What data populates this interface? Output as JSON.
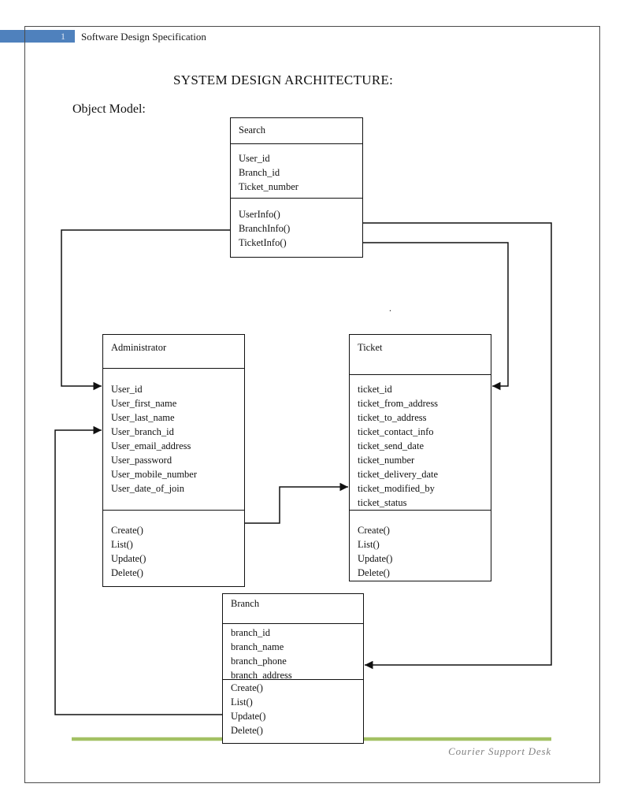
{
  "page": {
    "header": {
      "page_number": "1",
      "title": "Software Design Specification"
    },
    "main_title": "SYSTEM DESIGN ARCHITECTURE:",
    "section_label": "Object Model:",
    "stray_dot": ".",
    "footer": "Courier Support Desk"
  },
  "colors": {
    "header_bar_blue": "#4f81bd",
    "accent_line_green": "#a3c163",
    "page_border_gray": "#4b4b4b",
    "footer_gray": "#808080",
    "diagram_line_black": "#111111"
  },
  "classes": [
    {
      "name": "Search",
      "attributes": [
        "User_id",
        "Branch_id",
        "Ticket_number"
      ],
      "methods": [
        "UserInfo()",
        "BranchInfo()",
        "TicketInfo()"
      ]
    },
    {
      "name": "Administrator",
      "attributes": [
        "User_id",
        "User_first_name",
        "User_last_name",
        "User_branch_id",
        "User_email_address",
        "User_password",
        "User_mobile_number",
        "User_date_of_join"
      ],
      "methods": [
        "Create()",
        "List()",
        "Update()",
        "Delete()"
      ]
    },
    {
      "name": "Ticket",
      "attributes": [
        "ticket_id",
        "ticket_from_address",
        "ticket_to_address",
        "ticket_contact_info",
        "ticket_send_date",
        "ticket_number",
        "ticket_delivery_date",
        "ticket_modified_by",
        "ticket_status"
      ],
      "methods": [
        "Create()",
        "List()",
        "Update()",
        "Delete()"
      ]
    },
    {
      "name": "Branch",
      "attributes": [
        "branch_id",
        "branch_name",
        "branch_phone",
        "branch_address"
      ],
      "methods": [
        "Create()",
        "List()",
        "Update()",
        "Delete()"
      ]
    }
  ]
}
